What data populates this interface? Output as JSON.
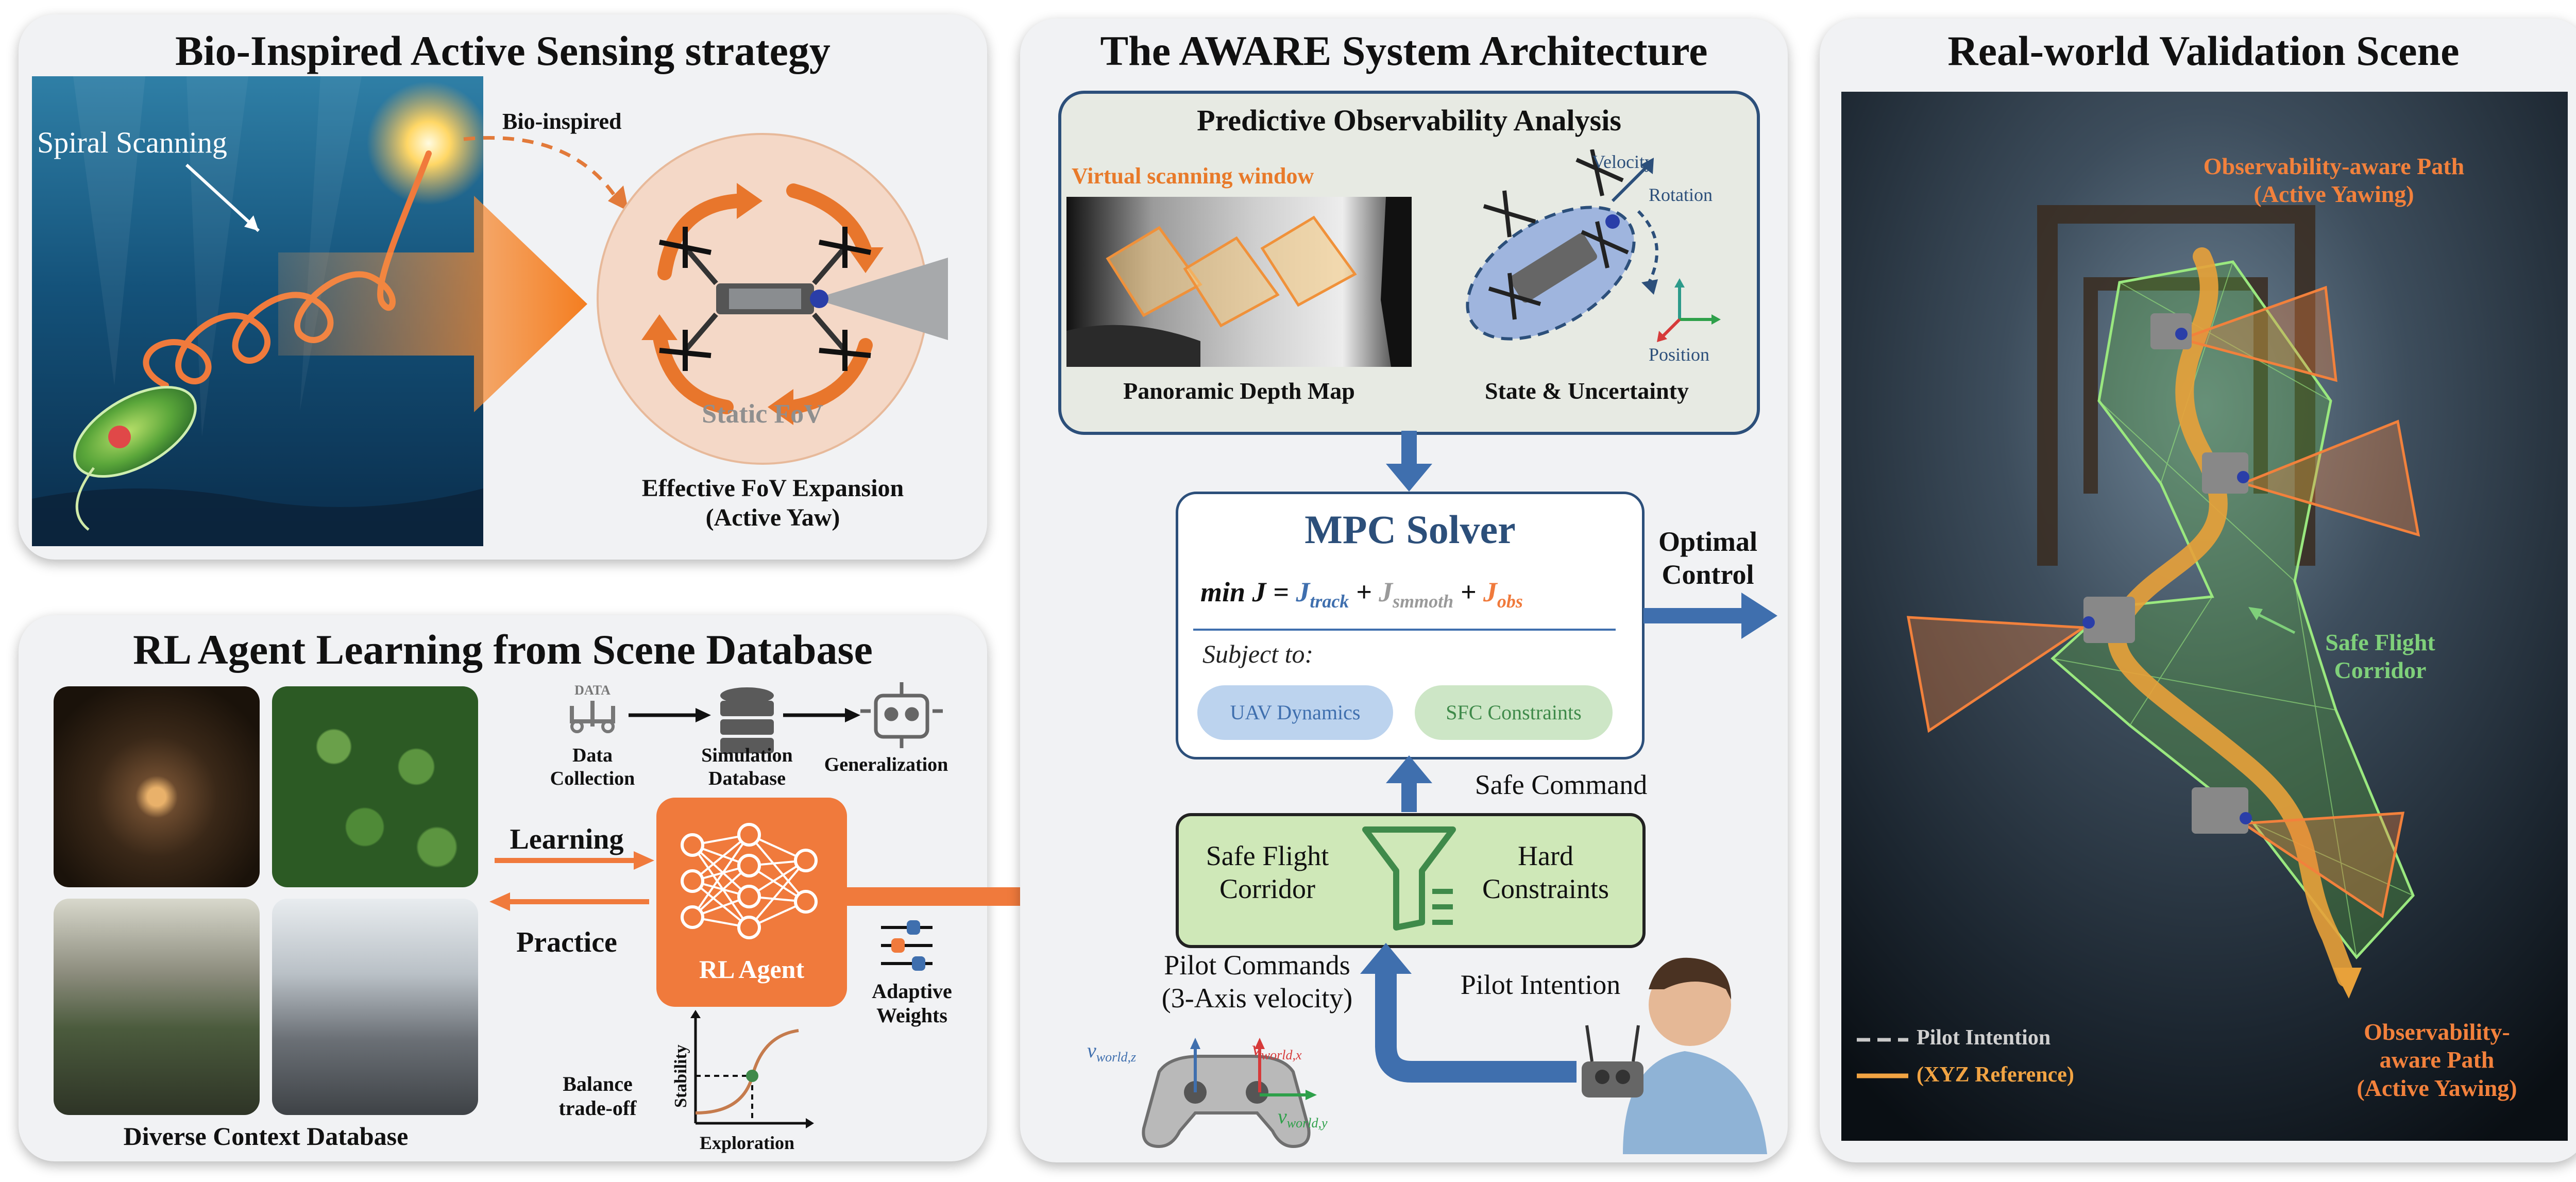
{
  "bio": {
    "title": "Bio-Inspired Active Sensing strategy",
    "spiral": "Spiral Scanning",
    "bioinspired": "Bio-inspired",
    "static_fov": "Static FoV",
    "effective_1": "Effective FoV Expansion",
    "effective_2": "(Active Yaw)"
  },
  "rl": {
    "title": "RL Agent Learning from Scene Database",
    "data_icon": "DATA",
    "data_collection_1": "Data",
    "data_collection_2": "Collection",
    "simulation_1": "Simulation",
    "simulation_2": "Database",
    "generalization": "Generalization",
    "learning": "Learning",
    "practice": "Practice",
    "agent": "RL Agent",
    "adaptive_1": "Adaptive",
    "adaptive_2": "Weights",
    "balance_1": "Balance",
    "balance_2": "trade-off",
    "stability": "Stability",
    "exploration": "Exploration",
    "database": "Diverse Context Database"
  },
  "arch": {
    "title": "The AWARE System Architecture",
    "poa_title": "Predictive Observability Analysis",
    "virtual_window": "Virtual scanning window",
    "depth_map": "Panoramic Depth Map",
    "state": "State & Uncertainty",
    "velocity": "Velocity",
    "rotation": "Rotation",
    "position": "Position",
    "mpc_title": "MPC Solver",
    "subject": "Subject to:",
    "uav_dyn": "UAV Dynamics",
    "sfc_con": "SFC Constraints",
    "optimal_1": "Optimal",
    "optimal_2": "Control",
    "safe_command": "Safe Command",
    "sfc_1": "Safe Flight",
    "sfc_2": "Corridor",
    "hard_1": "Hard",
    "hard_2": "Constraints",
    "pilot_cmd_1": "Pilot Commands",
    "pilot_cmd_2": "(3-Axis velocity)",
    "pilot_intention": "Pilot Intention"
  },
  "real": {
    "title": "Real-world Validation Scene",
    "obs_top_1": "Observability-aware Path",
    "obs_top_2": "(Active Yawing)",
    "safe_1": "Safe Flight",
    "safe_2": "Corridor",
    "legend_pilot": "Pilot Intention",
    "legend_xyz": "(XYZ Reference)",
    "obs_bot_1": "Observability-",
    "obs_bot_2": "aware Path",
    "obs_bot_3": "(Active Yawing)"
  },
  "colors": {
    "orange": "#f07a3c",
    "blue": "#3f6fae",
    "green_box": "#cfe8b8",
    "obs_orange": "#f2813c",
    "sfc_green": "#7fd07a"
  }
}
